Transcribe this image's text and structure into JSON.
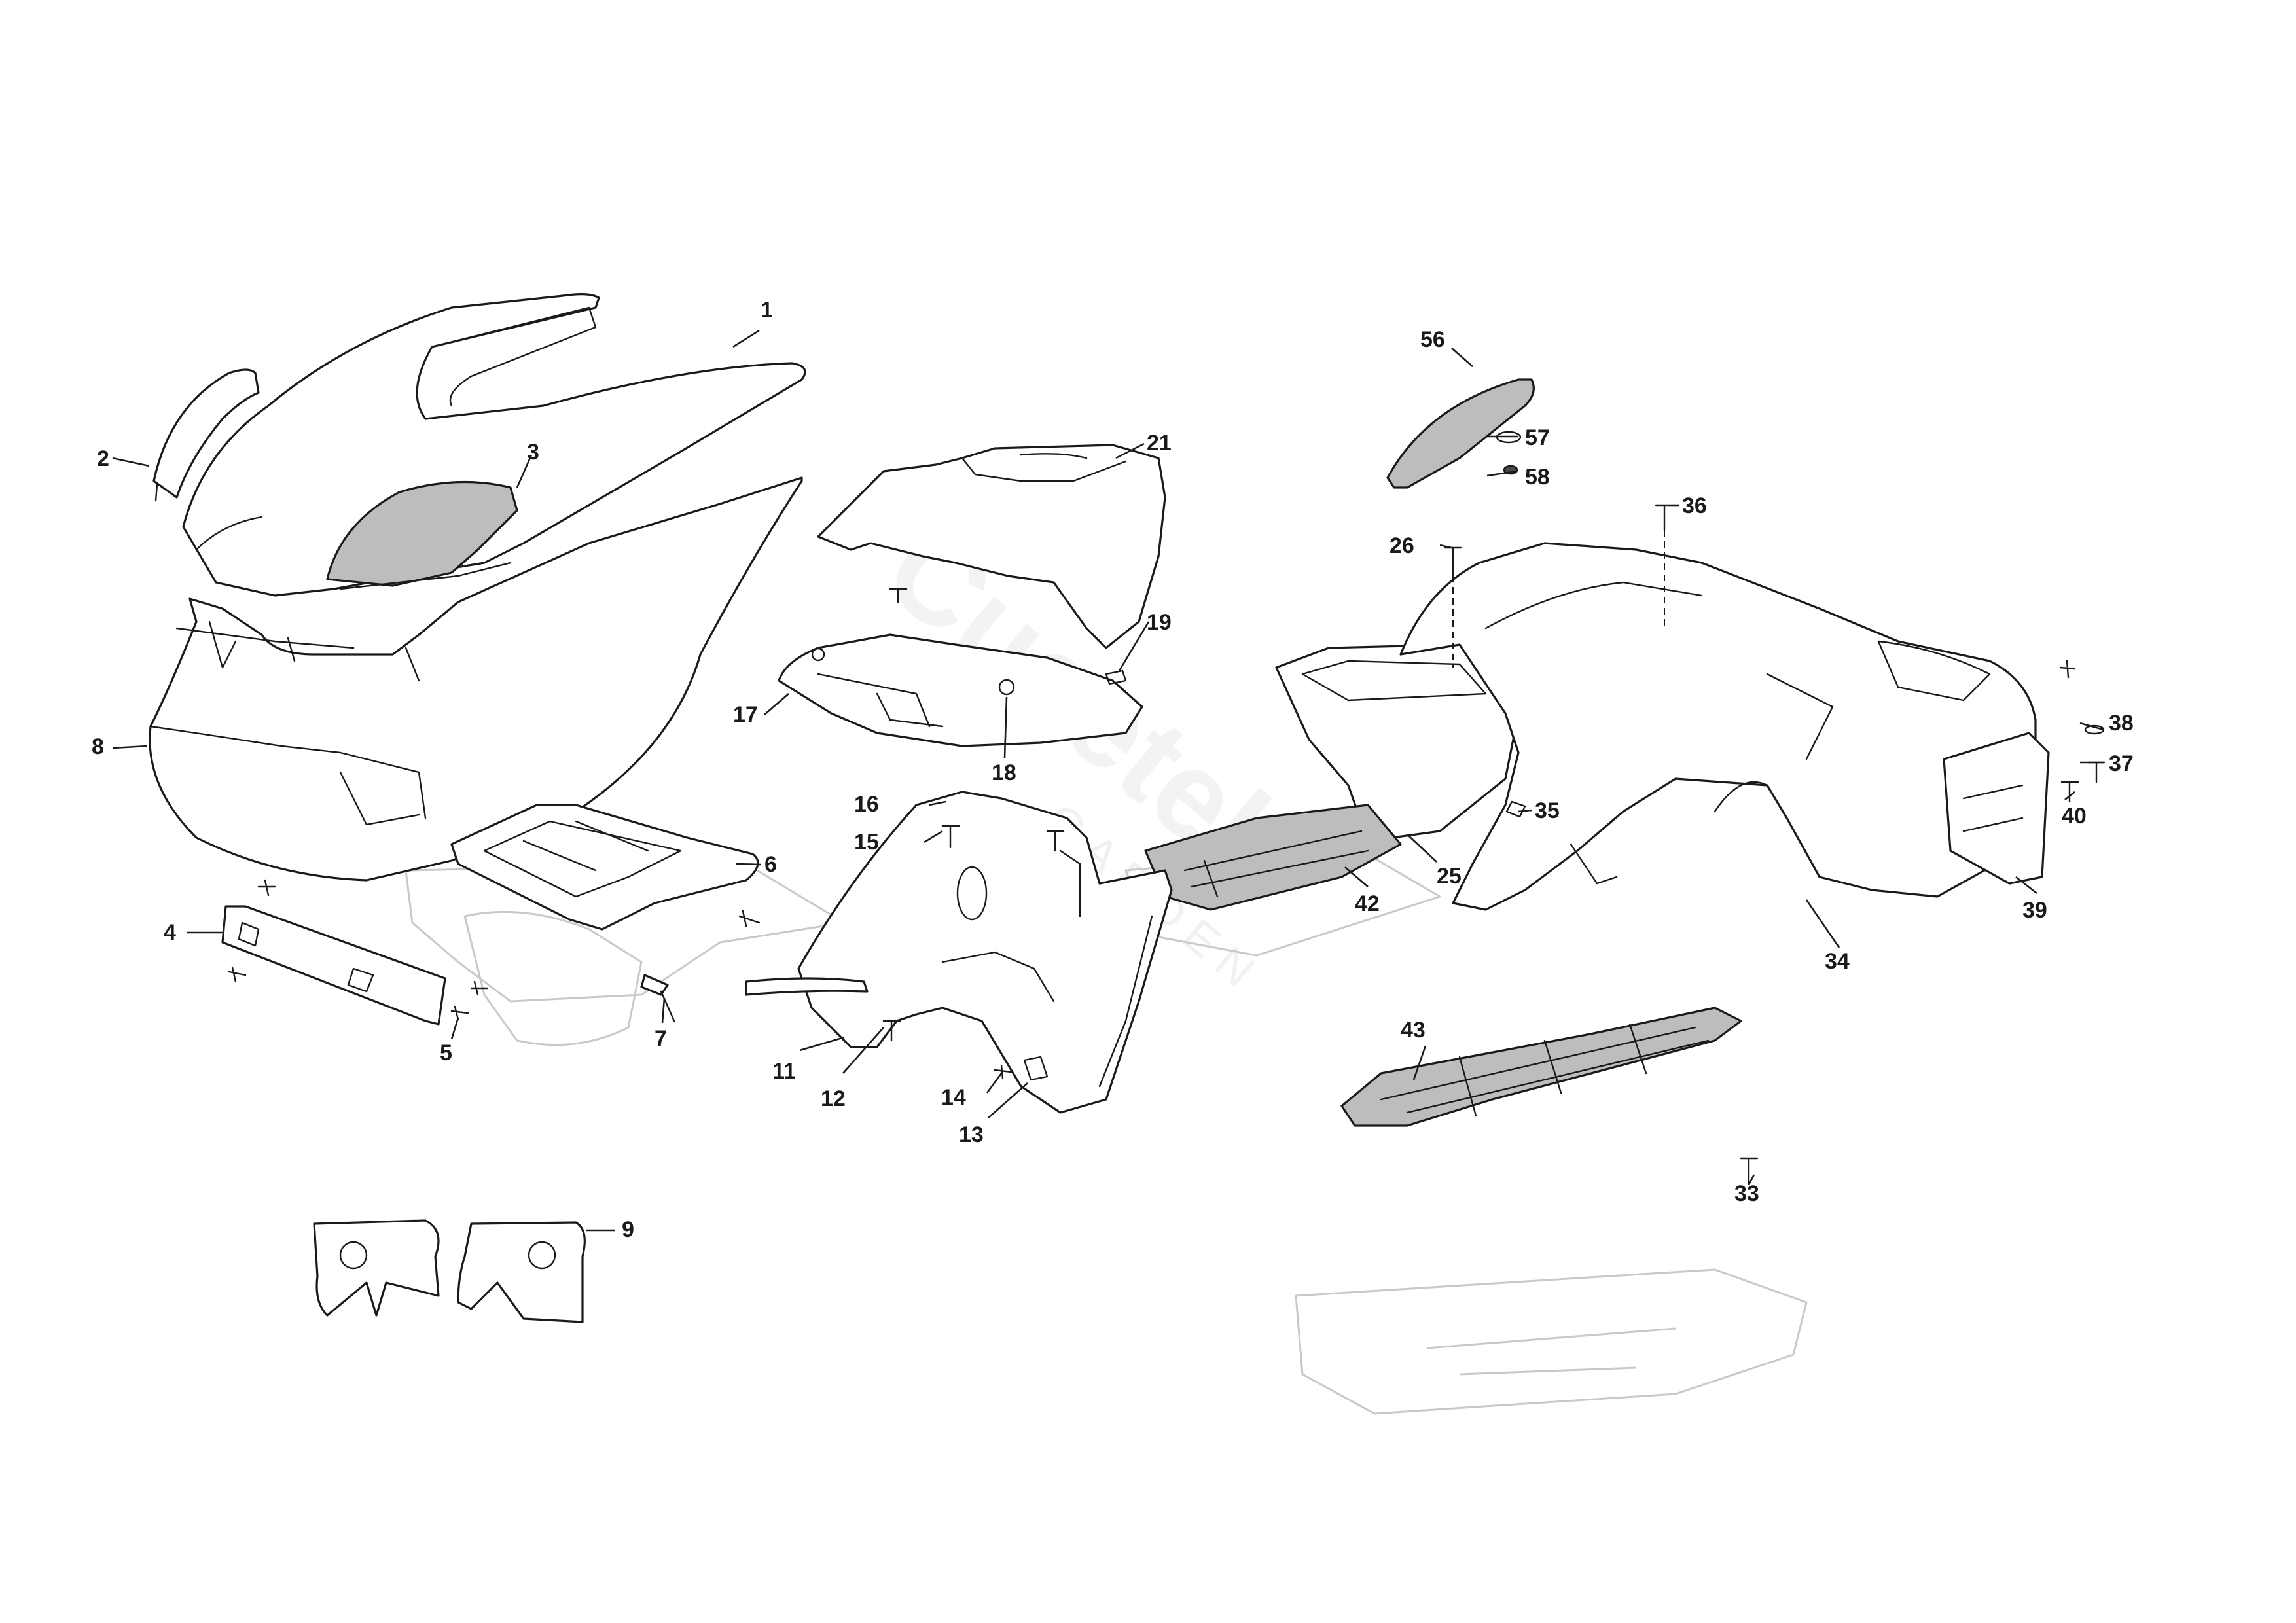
{
  "diagram": {
    "callouts": {
      "c1": "1",
      "c2": "2",
      "c3": "3",
      "c4": "4",
      "c5": "5",
      "c6": "6",
      "c7": "7",
      "c8": "8",
      "c9": "9",
      "c11": "11",
      "c12": "12",
      "c13": "13",
      "c14": "14",
      "c15": "15",
      "c16": "16",
      "c17": "17",
      "c18": "18",
      "c19": "19",
      "c21": "21",
      "c25": "25",
      "c26": "26",
      "c33": "33",
      "c34": "34",
      "c35": "35",
      "c36": "36",
      "c37": "37",
      "c38": "38",
      "c39": "39",
      "c40": "40",
      "c42": "42",
      "c43": "43",
      "c56": "56",
      "c57": "57",
      "c58": "58"
    }
  },
  "colors": {
    "line": "#1a1a1a",
    "ghost": "#c9c9c9",
    "fill_grey": "#bdbdbd"
  }
}
